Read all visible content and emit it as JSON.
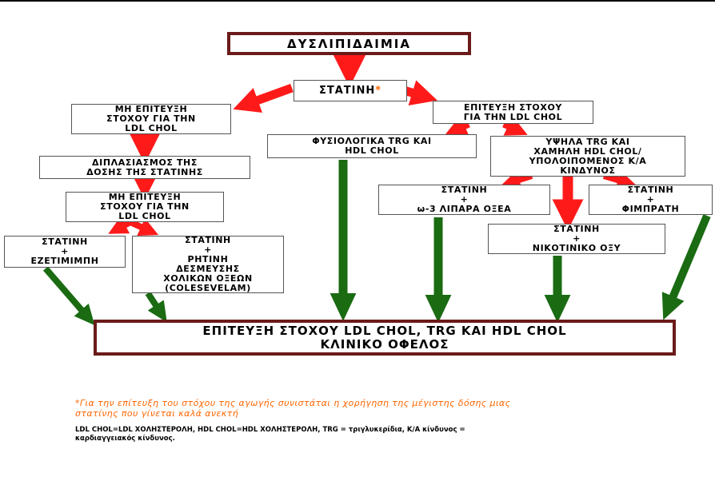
{
  "title": "ΔΥΣΛΙΠΙΔΑΙΜΙΑ",
  "statin": {
    "label": "ΣΤΑΤΙΝΗ",
    "asterisk": "*"
  },
  "not_achieved_1": [
    "ΜΗ ΕΠΙΤΕΥΞΗ",
    "ΣΤΟΧΟΥ ΓΙΑ ΤΗΝ",
    "LDL CHOL"
  ],
  "achieved": [
    "ΕΠΙΤΕΥΞΗ ΣΤΟΧΟΥ",
    "ΓΙΑ ΤΗΝ LDL CHOL"
  ],
  "normal_trg": [
    "ΦΥΣΙΟΛΟΓΙΚΑ TRG ΚΑΙ",
    "HDL CHOL"
  ],
  "high_trg": [
    "ΥΨΗΛΑ TRG ΚΑΙ",
    "ΧΑΜΗΛΗ HDL CHOL/",
    "ΥΠΟΛΟΙΠΟΜΕΝΟΣ Κ/Α",
    "ΚΙΝΔΥΝΟΣ"
  ],
  "double_dose": [
    "ΔΙΠΛΑΣΙΑΣΜΟΣ ΤΗΣ",
    "ΔΟΣΗΣ ΤΗΣ ΣΤΑΤΙΝΗΣ"
  ],
  "not_achieved_2": [
    "ΜΗ ΕΠΙΤΕΥΞΗ",
    "ΣΤΟΧΟΥ ΓΙΑ ΤΗΝ",
    "LDL CHOL"
  ],
  "ezetimibe": [
    "ΣΤΑΤΙΝΗ",
    "+",
    "ΕΖΕΤΙΜΙΜΠΗ"
  ],
  "resin": [
    "ΣΤΑΤΙΝΗ",
    "+",
    "ΡΗΤΙΝΗ",
    "ΔΕΣΜΕΥΣΗΣ",
    "ΧΟΛΙΚΩΝ ΟΞΕΩΝ",
    "(COLESEVELAM)"
  ],
  "omega3": [
    "ΣΤΑΤΙΝΗ",
    "+",
    "ω-3 ΛΙΠΑΡΑ ΟΞΕΑ"
  ],
  "fibrate": [
    "ΣΤΑΤΙΝΗ",
    "+",
    "ΦΙΜΠΡΑΤΗ"
  ],
  "niacin": [
    "ΣΤΑΤΙΝΗ",
    "+",
    "ΝΙΚΟΤΙΝΙΚΟ ΟΞΥ"
  ],
  "outcome": [
    "ΕΠΙΤΕΥΞΗ ΣΤΟΧΟΥ LDL CHOL, TRG ΚΑΙ HDL CHOL",
    "ΚΛΙΝΙΚΟ ΟΦΕΛΟΣ"
  ],
  "footnote": [
    "*Για την επίτευξη του στόχου της αγωγής συνιστάται η χορήγηση της μέγιστης δόσης μιας",
    "στατίνης που γίνεται καλά ανεκτή"
  ],
  "abbreviations": [
    "LDL CHOL=LDL ΧΟΛΗΣΤΕΡΟΛΗ, HDL CHOL=HDL ΧΟΛΗΣΤΕΡΟΛΗ, TRG = τριγλυκερίδια, Κ/Α κίνδυνος =",
    "καρδιαγγειακός κίνδυνος."
  ],
  "colors": {
    "red_arrow": "#ff1a1a",
    "green_arrow": "#1a6b12",
    "box_border": "#6b1a1a",
    "footnote": "#ff6600"
  }
}
